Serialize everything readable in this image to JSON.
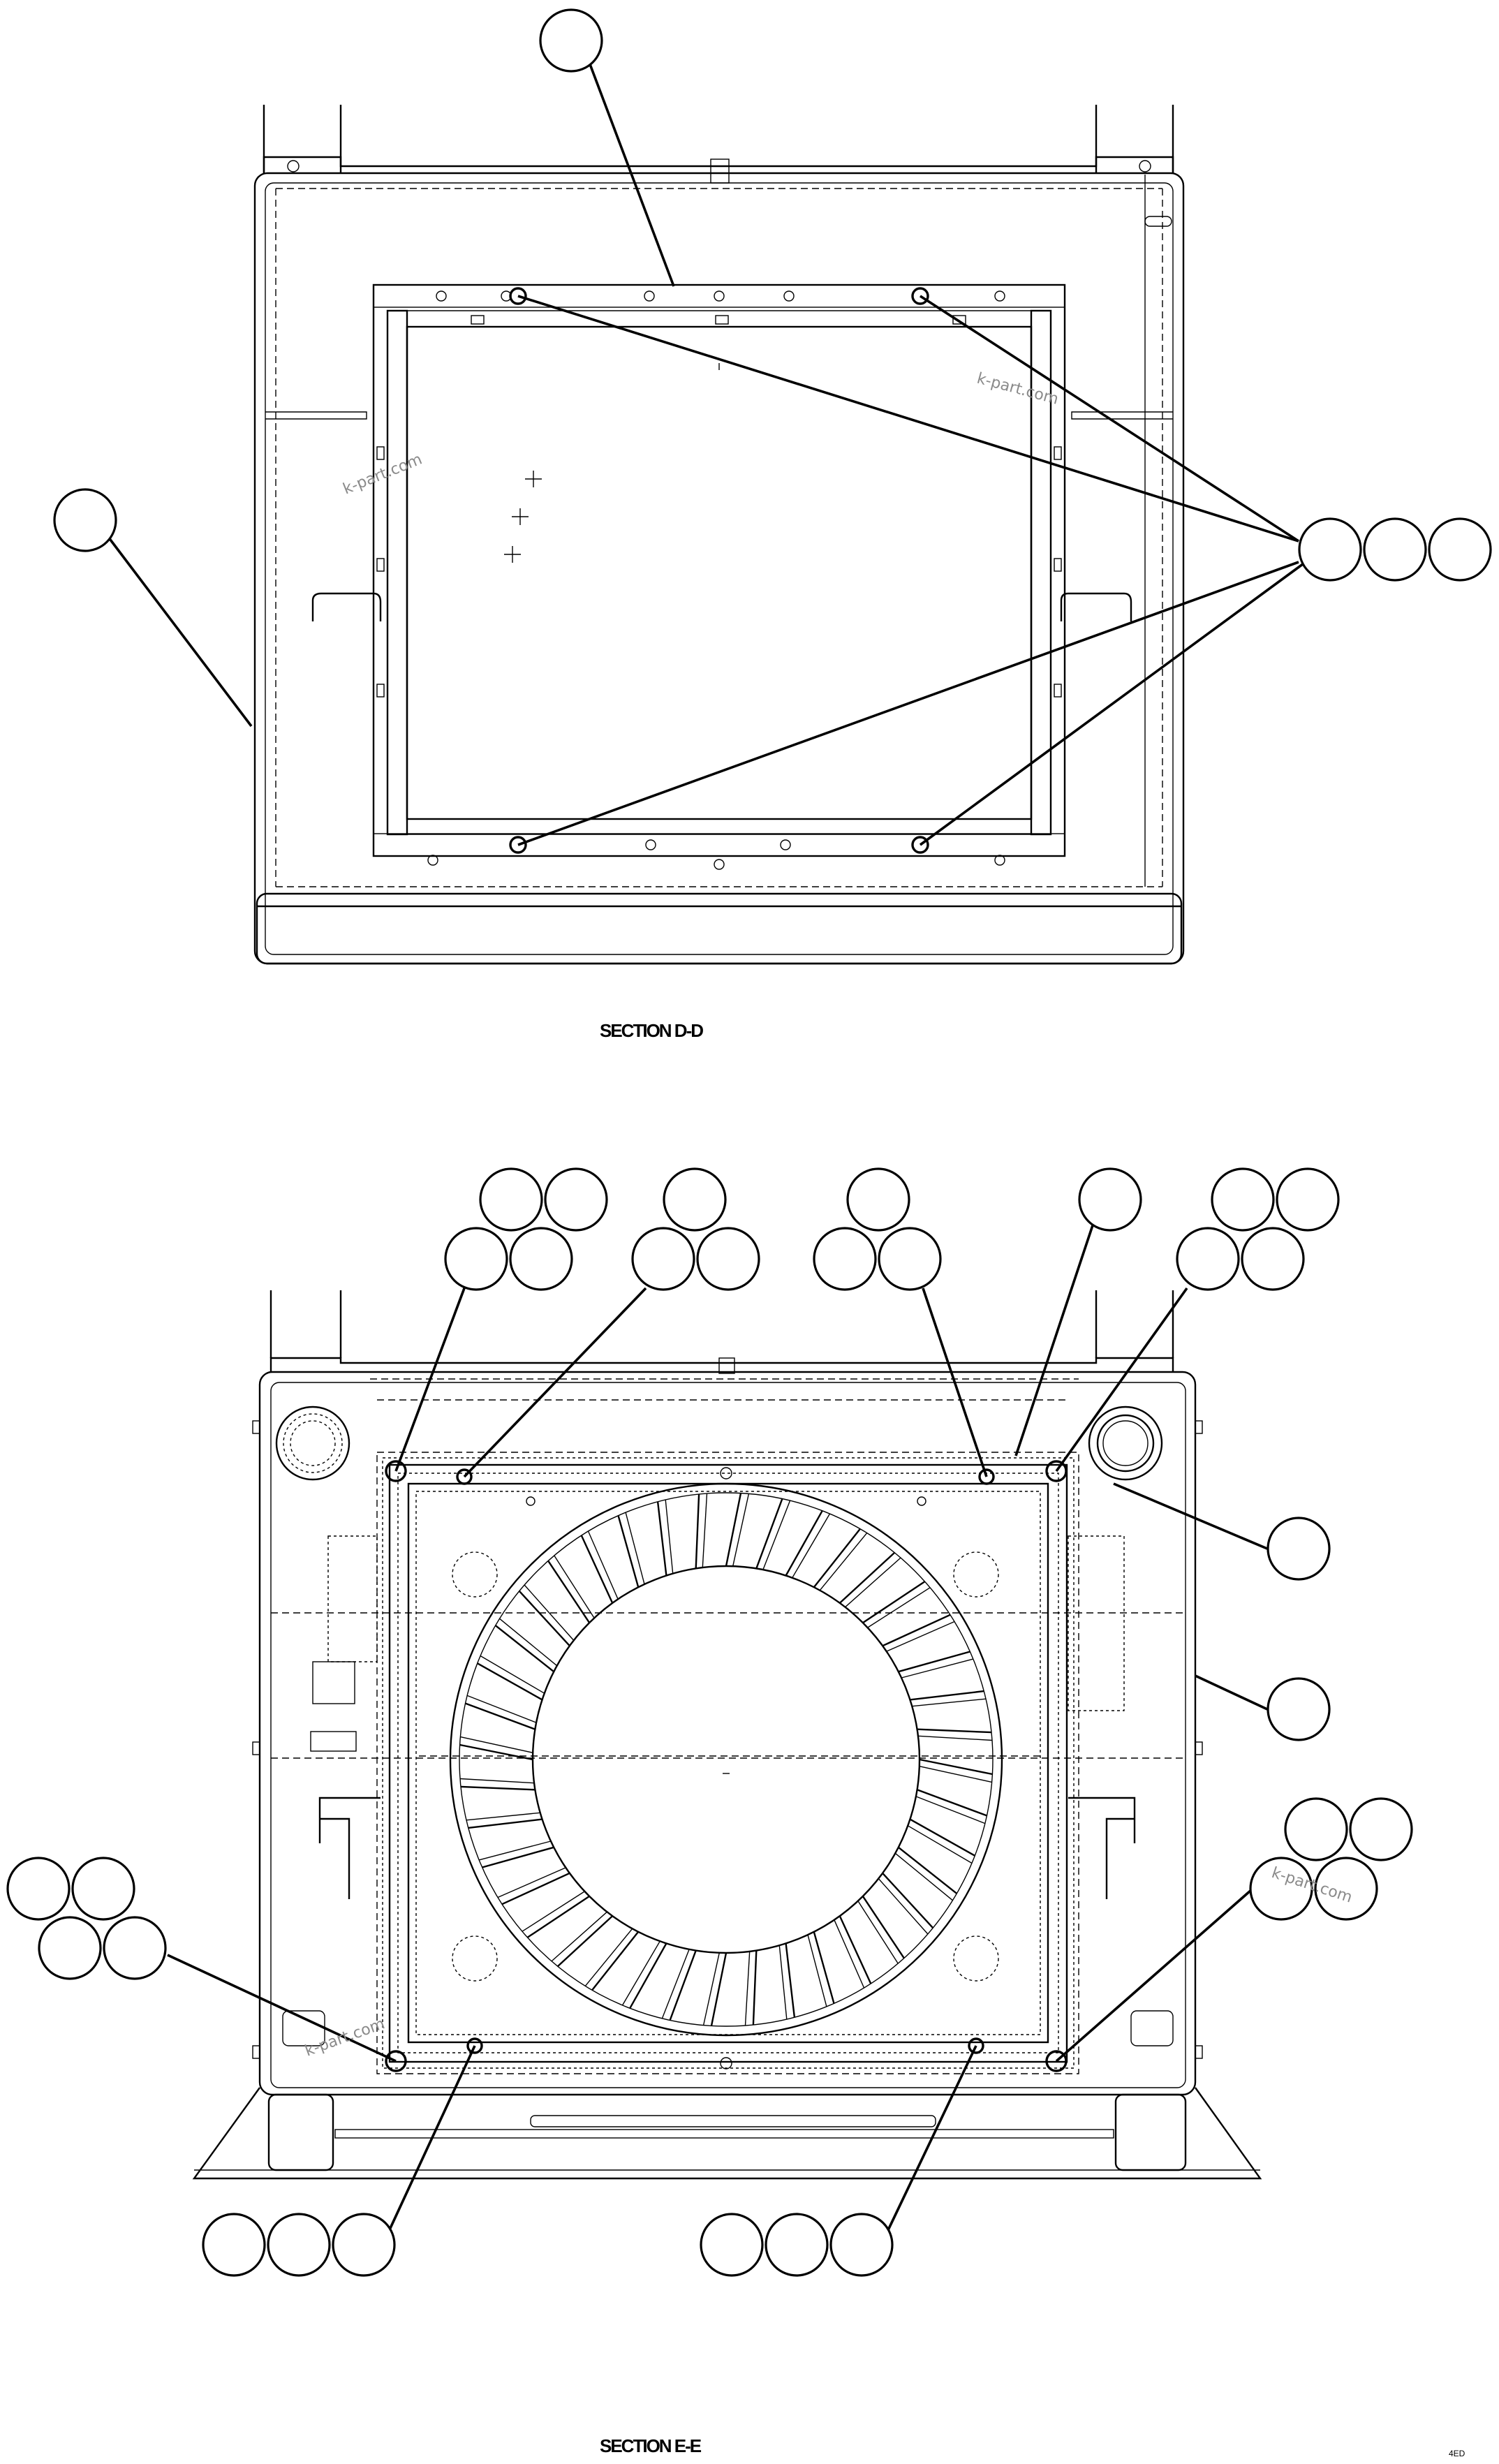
{
  "section_top": {
    "title": "SECTION D-D"
  },
  "section_bottom": {
    "title": "SECTION E-E"
  },
  "watermark": {
    "text": "k-part.com"
  },
  "page_code": {
    "text": "4ED"
  }
}
